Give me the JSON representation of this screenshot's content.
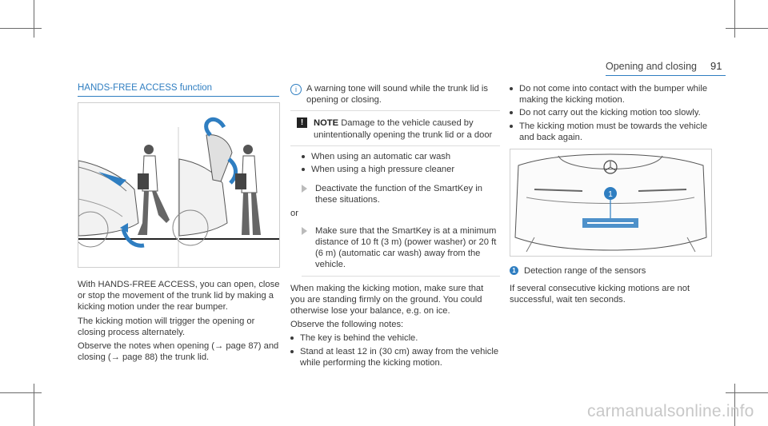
{
  "header": {
    "section": "Opening and closing",
    "page": "91"
  },
  "left": {
    "title": "HANDS-FREE ACCESS function",
    "para1": "With HANDS-FREE ACCESS, you can open, close or stop the movement of the trunk lid by making a kicking motion under the rear bumper.",
    "para2": "The kicking motion will trigger the opening or closing process alternately.",
    "para3": "Observe the notes when opening (→ page 87) and closing (→ page 88) the trunk lid."
  },
  "middle": {
    "info_text": "A warning tone will sound while the trunk lid is opening or closing.",
    "note_label": "NOTE",
    "note_text": "Damage to the vehicle caused by unintentionally opening the trunk lid or a door",
    "note_bullets": [
      "When using an automatic car wash",
      "When using a high pressure cleaner"
    ],
    "action1": "Deactivate the function of the SmartKey in these situations.",
    "or": "or",
    "action2": "Make sure that the SmartKey is at a minimum distance of 10 ft (3 m) (power washer) or 20 ft (6 m) (automatic car wash) away from the vehicle.",
    "para_kick": "When making the kicking motion, make sure that you are standing firmly on the ground. You could otherwise lose your balance, e.g. on ice.",
    "observe": "Observe the following notes:",
    "bullets": [
      "The key is behind the vehicle.",
      "Stand at least 12 in (30 cm) away from the vehicle while performing the kicking motion."
    ]
  },
  "right": {
    "bullets": [
      "Do not come into contact with the bumper while making the kicking motion.",
      "Do not carry out the kicking motion too slowly.",
      "The kicking motion must be towards the vehicle and back again."
    ],
    "legend_num": "1",
    "legend_text": "Detection range of the sensors",
    "para": "If several consecutive kicking motions are not successful, wait ten seconds."
  },
  "watermark": "carmanualsonline.info",
  "colors": {
    "accent": "#2f7ec1",
    "text": "#3a3a3a"
  }
}
